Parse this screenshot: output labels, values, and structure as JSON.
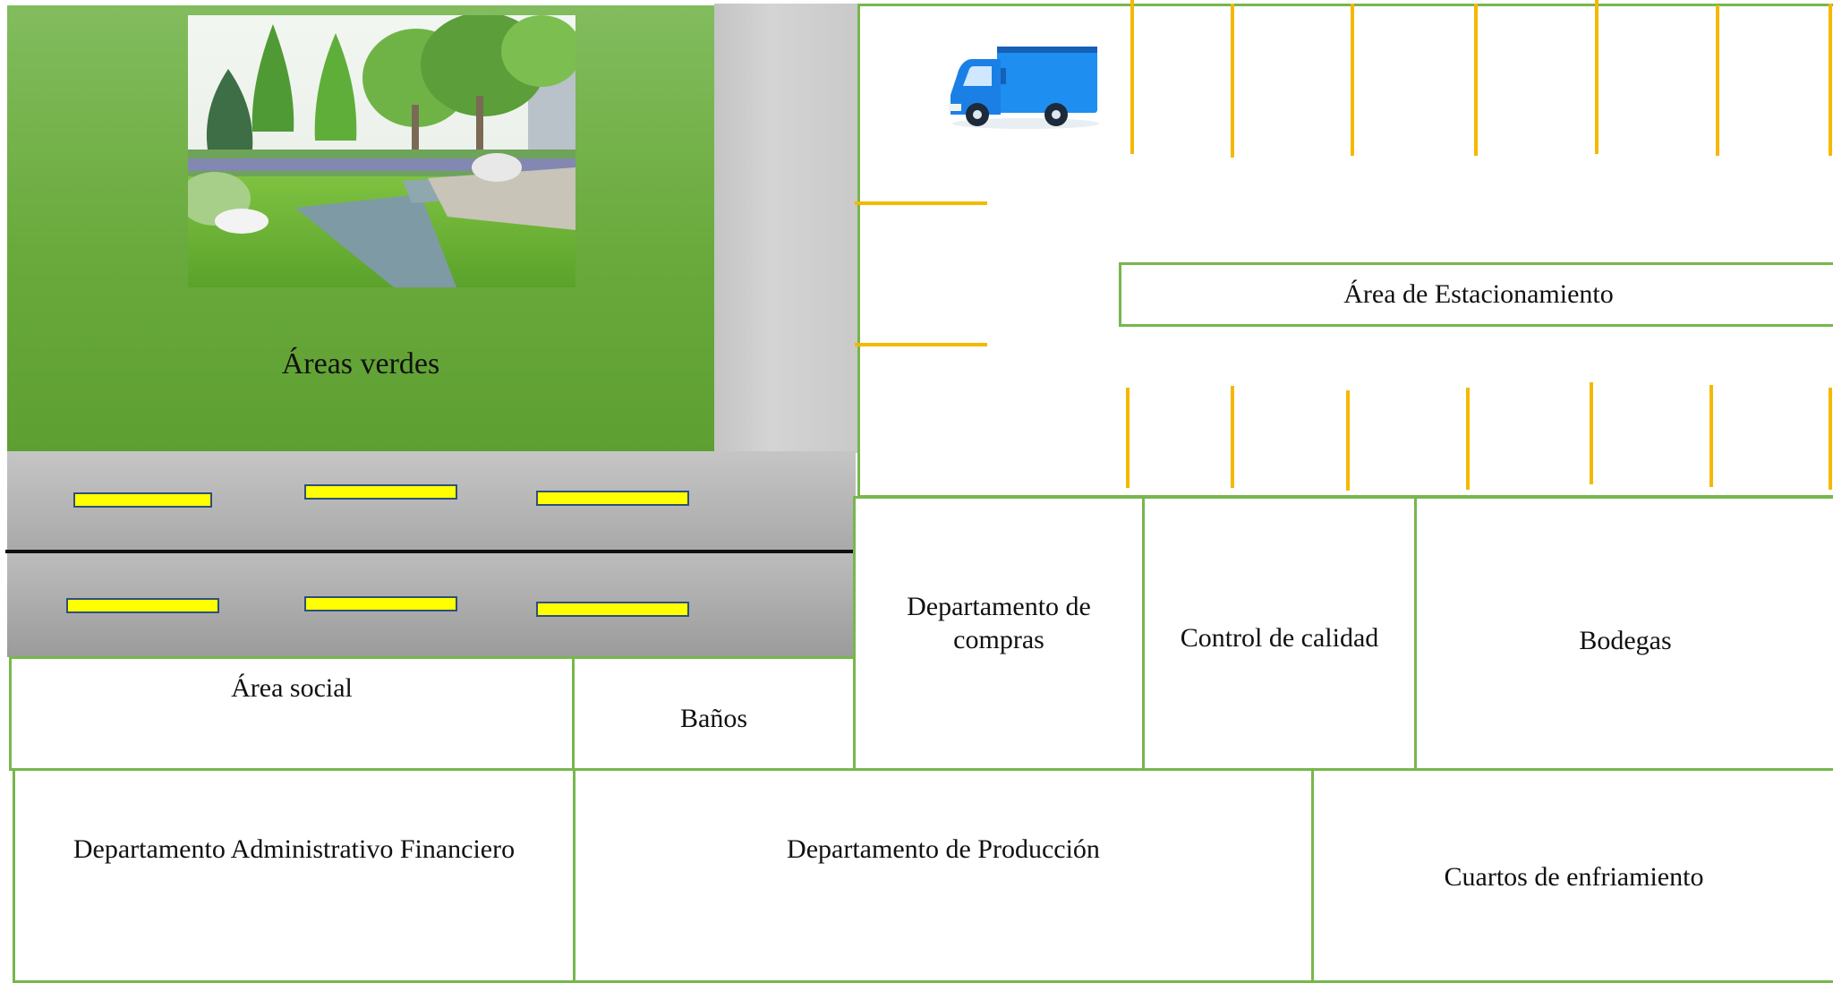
{
  "green_area": {
    "label": "Áreas verdes",
    "picture": "garden-illustration"
  },
  "parking": {
    "label": "Área de Estacionamiento",
    "icon": "delivery-truck-icon"
  },
  "rooms": {
    "area_social": "Área social",
    "banos": "Baños",
    "compras": [
      "Departamento de",
      "compras"
    ],
    "calidad": "Control de calidad",
    "bodegas": "Bodegas",
    "administrativo": "Departamento Administrativo Financiero",
    "produccion": "Departamento de Producción",
    "enfriamiento": "Cuartos de enfriamiento"
  },
  "colors": {
    "border": "#77b74c",
    "green_area": "#6aaa3c",
    "parking_lines": "#f5b800",
    "lane_marks": "#ffff00",
    "road": "#a9a9a9",
    "truck": "#1e8ef0"
  }
}
